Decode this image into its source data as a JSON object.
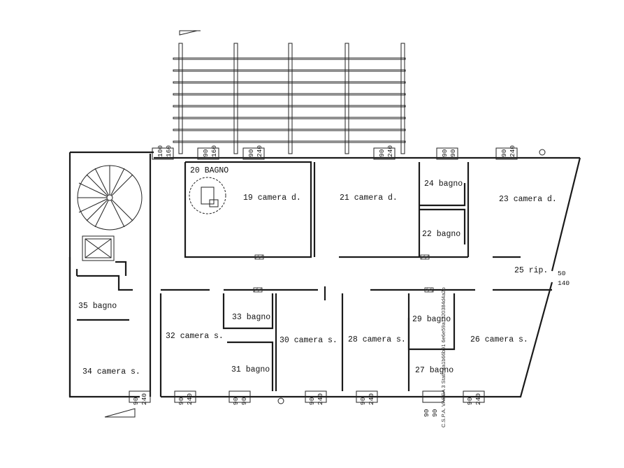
{
  "rooms": [
    {
      "id": "r20",
      "label": "20 BAGNO"
    },
    {
      "id": "r19",
      "label": "19 camera d."
    },
    {
      "id": "r21",
      "label": "21 camera d."
    },
    {
      "id": "r24",
      "label": "24 bagno"
    },
    {
      "id": "r23",
      "label": "23 camera d."
    },
    {
      "id": "r22",
      "label": "22 bagno"
    },
    {
      "id": "r25",
      "label": "25 rip."
    },
    {
      "id": "r35",
      "label": "35 bagno"
    },
    {
      "id": "r33",
      "label": "33 bagno"
    },
    {
      "id": "r29",
      "label": "29 bagno"
    },
    {
      "id": "r32",
      "label": "32 camera s."
    },
    {
      "id": "r30",
      "label": "30 camera s."
    },
    {
      "id": "r28",
      "label": "28 camera s."
    },
    {
      "id": "r26",
      "label": "26 camera s."
    },
    {
      "id": "r31",
      "label": "31 bagno"
    },
    {
      "id": "r27",
      "label": "27 bagno"
    },
    {
      "id": "r34",
      "label": "34 camera s."
    }
  ],
  "dimensions": {
    "top_window_1": [
      "100",
      "160"
    ],
    "top_window_2": [
      "90",
      "160"
    ],
    "top_window_3": [
      "90",
      "240"
    ],
    "top_window_4": [
      "90",
      "240"
    ],
    "top_window_5": [
      "90",
      "90"
    ],
    "top_window_6": [
      "90",
      "240"
    ],
    "right_opening": [
      "50",
      "140"
    ],
    "bottom_window_1": [
      "90",
      "240"
    ],
    "bottom_window_2": [
      "90",
      "240"
    ],
    "bottom_window_3": [
      "90",
      "90"
    ],
    "bottom_window_4": [
      "90",
      "240"
    ],
    "bottom_window_5": [
      "90",
      "240"
    ],
    "bottom_window_6": [
      "90",
      "90"
    ],
    "bottom_window_7": [
      "90",
      "240"
    ]
  },
  "watermark": "C.S.P.A. VASCA 3 Stati: 4a1b66b91 6e6e59a1320384d4a2b"
}
